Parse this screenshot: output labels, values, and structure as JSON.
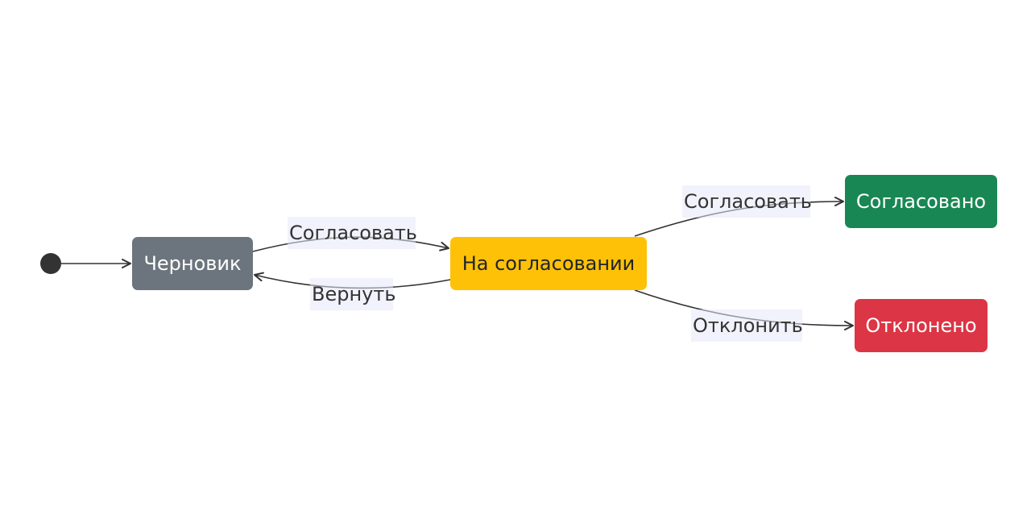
{
  "diagram": {
    "states": [
      {
        "id": "draft",
        "label": "Черновик",
        "fill": "#6c757d",
        "text_color": "#ffffff"
      },
      {
        "id": "review",
        "label": "На согласовании",
        "fill": "#ffc107",
        "text_color": "#212529"
      },
      {
        "id": "approved",
        "label": "Согласовано",
        "fill": "#198754",
        "text_color": "#ffffff"
      },
      {
        "id": "rejected",
        "label": "Отклонено",
        "fill": "#dc3545",
        "text_color": "#ffffff"
      }
    ],
    "transitions": [
      {
        "from": "start",
        "to": "draft",
        "label": ""
      },
      {
        "from": "draft",
        "to": "review",
        "label": "Согласовать"
      },
      {
        "from": "review",
        "to": "draft",
        "label": "Вернуть"
      },
      {
        "from": "review",
        "to": "approved",
        "label": "Согласовать"
      },
      {
        "from": "review",
        "to": "rejected",
        "label": "Отклонить"
      }
    ],
    "colors": {
      "edge": "#333333",
      "start_node": "#333333",
      "label_background": "#e8e8fa"
    }
  }
}
